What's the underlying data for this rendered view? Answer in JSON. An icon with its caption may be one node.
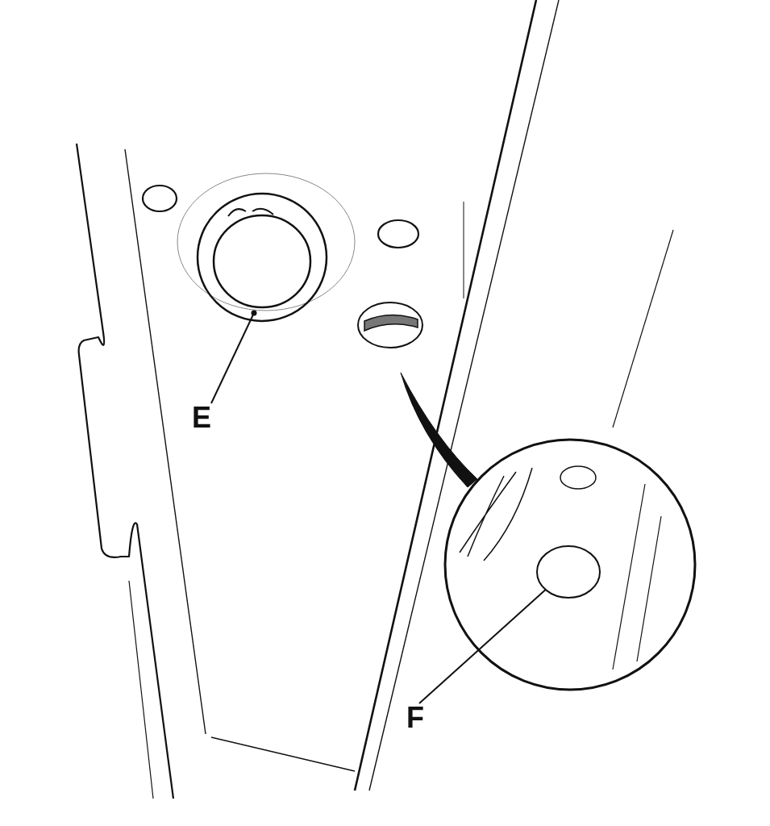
{
  "diagram": {
    "nodes": [
      {
        "text": [
          "E"
        ]
      },
      {
        "text": [],
        "shape": "circle"
      },
      {
        "text": [
          "F"
        ]
      },
      {
        "text": [],
        "shape": "circle"
      }
    ],
    "edges": [
      {
        "from": 0,
        "to": 1,
        "arrow": "other"
      },
      {
        "from": 2,
        "to": 3,
        "arrow": "other"
      }
    ]
  }
}
